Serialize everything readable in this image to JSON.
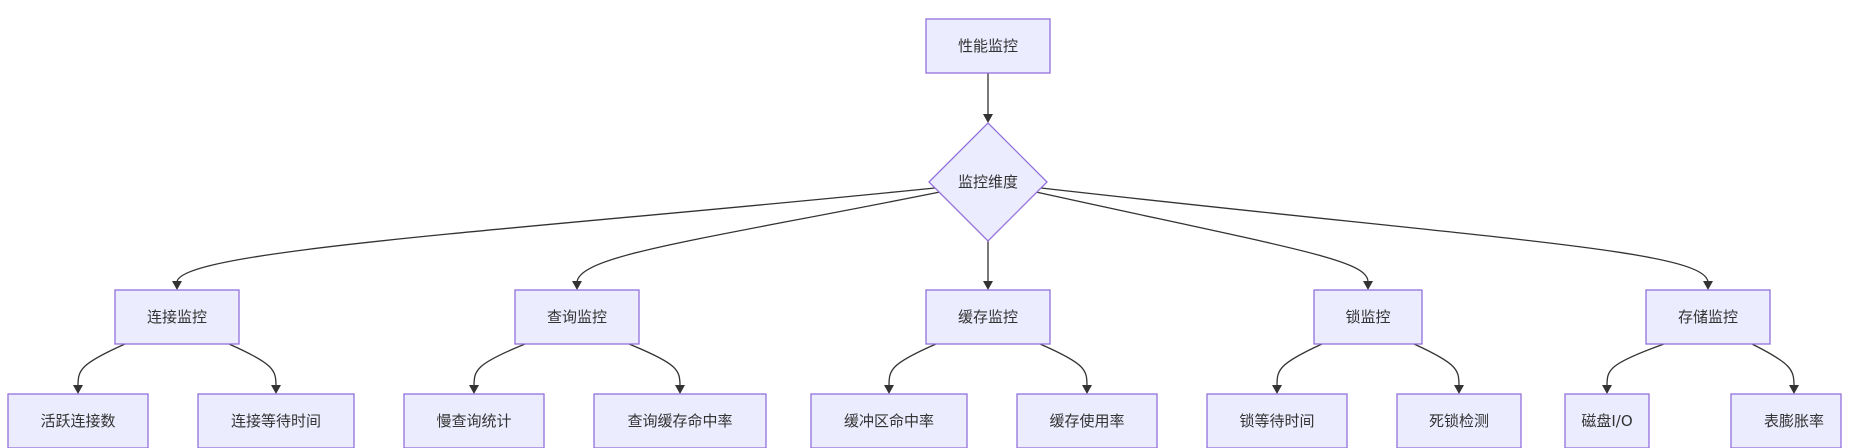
{
  "diagram": {
    "type": "flowchart",
    "root": {
      "label": "性能监控"
    },
    "decision": {
      "label": "监控维度"
    },
    "categories": [
      {
        "label": "连接监控",
        "children": [
          "活跃连接数",
          "连接等待时间"
        ]
      },
      {
        "label": "查询监控",
        "children": [
          "慢查询统计",
          "查询缓存命中率"
        ]
      },
      {
        "label": "缓存监控",
        "children": [
          "缓冲区命中率",
          "缓存使用率"
        ]
      },
      {
        "label": "锁监控",
        "children": [
          "锁等待时间",
          "死锁检测"
        ]
      },
      {
        "label": "存储监控",
        "children": [
          "磁盘I/O",
          "表膨胀率"
        ]
      }
    ],
    "colors": {
      "node_fill": "#ECECFF",
      "node_stroke": "#9370DB",
      "edge": "#333333",
      "text": "#333333"
    }
  }
}
